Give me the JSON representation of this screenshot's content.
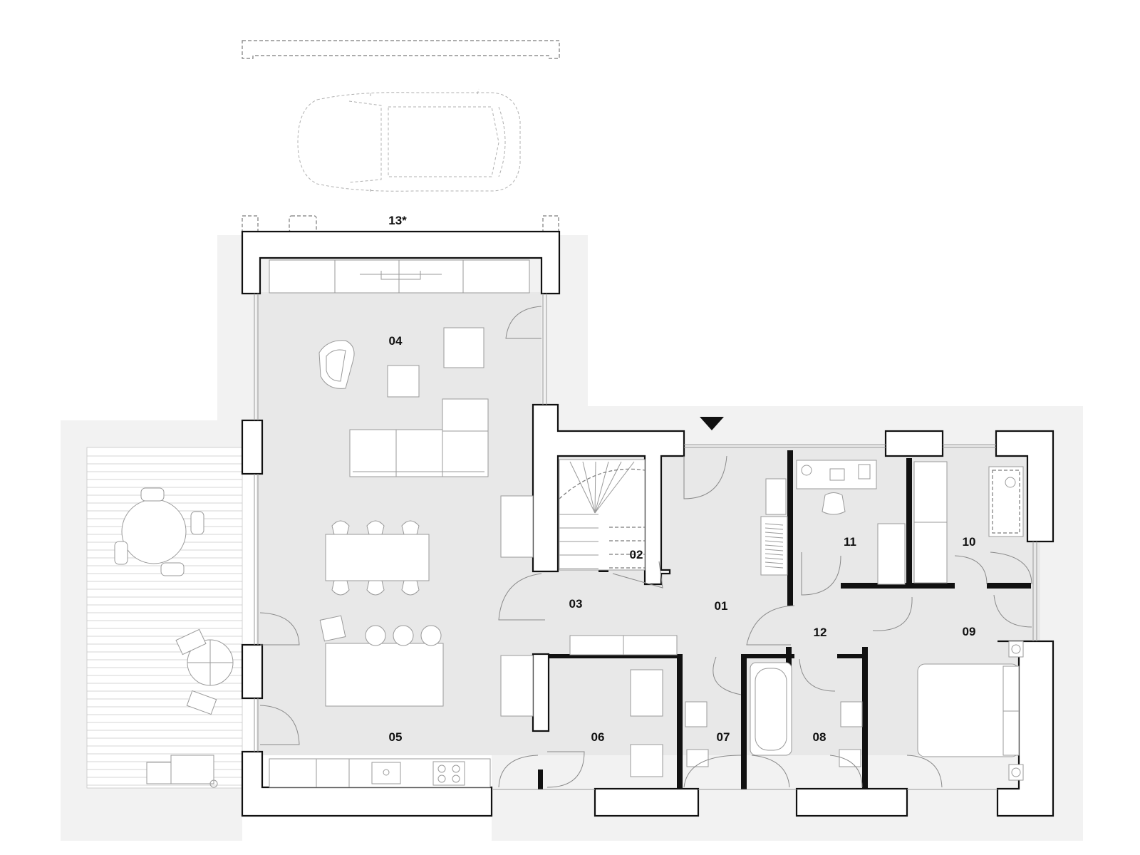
{
  "rooms": {
    "r01": "01",
    "r02": "02",
    "r03": "03",
    "r04": "04",
    "r05": "05",
    "r06": "06",
    "r07": "07",
    "r08": "08",
    "r09": "09",
    "r10": "10",
    "r11": "11",
    "r12": "12",
    "r13": "13*"
  },
  "colors": {
    "wall": "#111111",
    "floor": "#e8e8e8",
    "furniture_stroke": "#9a9a9a"
  },
  "icons": {
    "entrance": "entrance-triangle-icon",
    "car": "car-outline-icon"
  }
}
